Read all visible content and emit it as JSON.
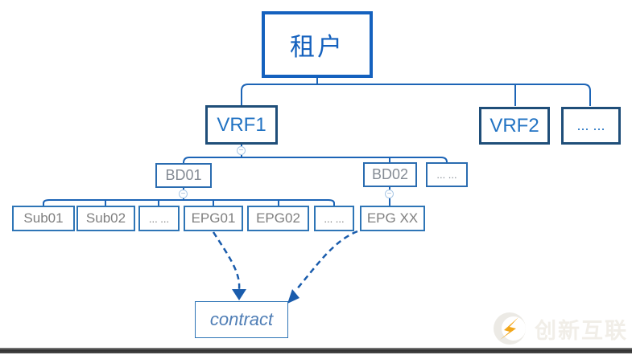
{
  "diagram": {
    "title_semantic": "tenant-vrf-bd-epg-hierarchy",
    "root": {
      "label": "租户"
    },
    "vrf_nodes": [
      {
        "label": "VRF1"
      },
      {
        "label": "VRF2"
      },
      {
        "label": "... ..."
      }
    ],
    "bd_nodes": [
      {
        "label": "BD01"
      },
      {
        "label": "BD02"
      },
      {
        "label": "... ..."
      }
    ],
    "leaf_nodes": [
      {
        "label": "Sub01"
      },
      {
        "label": "Sub02"
      },
      {
        "label": "... ..."
      },
      {
        "label": "EPG01"
      },
      {
        "label": "EPG02"
      },
      {
        "label": "... ..."
      },
      {
        "label": "EPG XX"
      }
    ],
    "contract_node": {
      "label": "contract"
    },
    "collapse_glyph": "−"
  },
  "watermark": {
    "brand_name": "创新互联"
  },
  "colors": {
    "root_border_blue": "#1461BE",
    "vrf_border_navy": "#1F4E79",
    "node_border_blue": "#2E75B6",
    "connector_blue": "#1C64B6",
    "dashed_arrow_blue": "#1A5CAC",
    "gray_label": "#7F7F7F",
    "contract_text_blue": "#4E7DB5",
    "watermark_yellow": "#F2A71B",
    "bottom_bar_gray": "#3A3A3A"
  }
}
